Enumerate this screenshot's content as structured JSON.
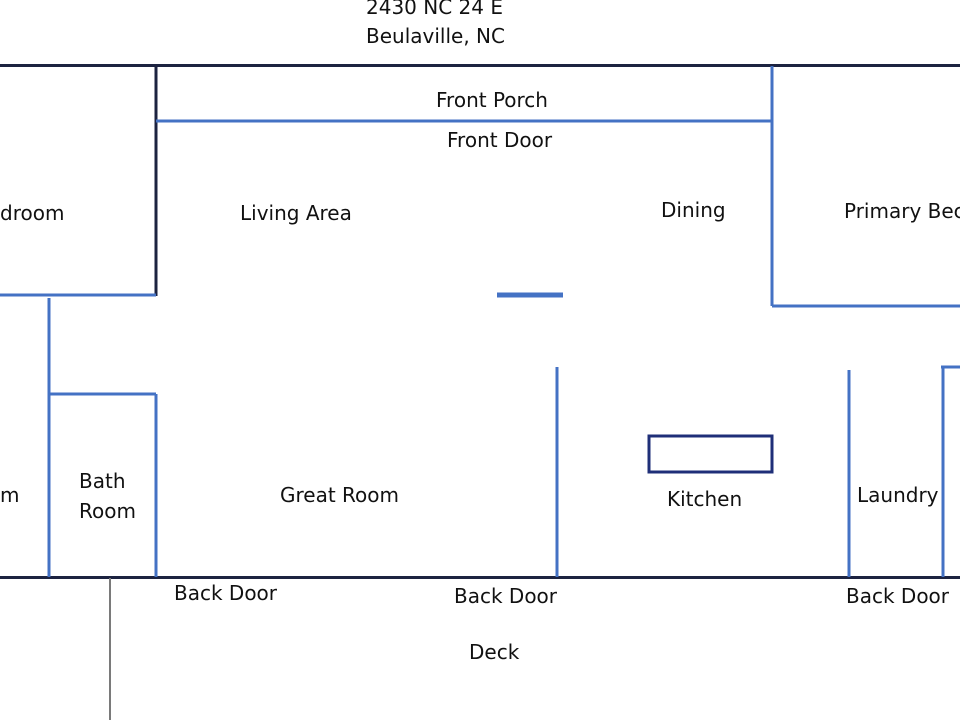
{
  "address": {
    "line1": "2430 NC 24 E",
    "line2": "Beulaville, NC"
  },
  "rooms": {
    "front_porch": "Front Porch",
    "front_door": "Front Door",
    "bedroom_partial": "droom",
    "living_area": "Living Area",
    "dining": "Dining",
    "primary_bedroom_partial": "Primary Bec",
    "room_partial": "m",
    "bath_room_line1": "Bath",
    "bath_room_line2": "Room",
    "great_room": "Great Room",
    "kitchen": "Kitchen",
    "laundry": "Laundry",
    "back_door_left": "Back Door",
    "back_door_center": "Back Door",
    "back_door_right": "Back Door",
    "deck": "Deck"
  },
  "colors": {
    "outer_wall": "#1c2340",
    "inner_wall": "#4472c4",
    "island": "#1f2f78"
  }
}
